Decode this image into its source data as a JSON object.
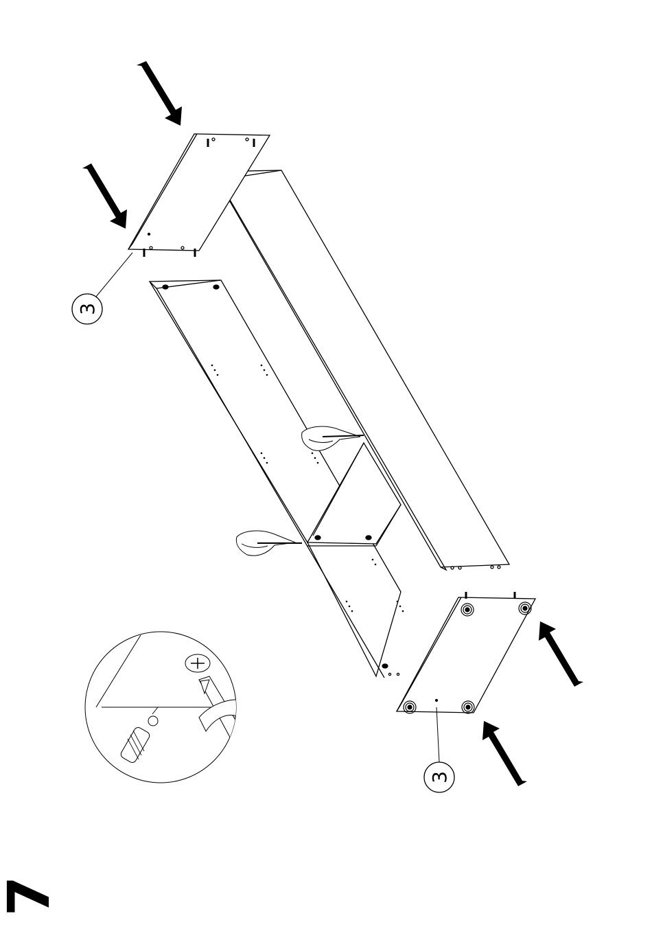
{
  "step_number": "7",
  "callouts": [
    {
      "id": "upper",
      "label": "3"
    },
    {
      "id": "lower",
      "label": "3"
    }
  ],
  "icons": {
    "arrow": "push-arrow-icon",
    "hand": "hand-pencil-icon",
    "screwdriver": "screwdriver-detail-icon"
  },
  "colors": {
    "ink": "#000000",
    "paper": "#ffffff"
  }
}
